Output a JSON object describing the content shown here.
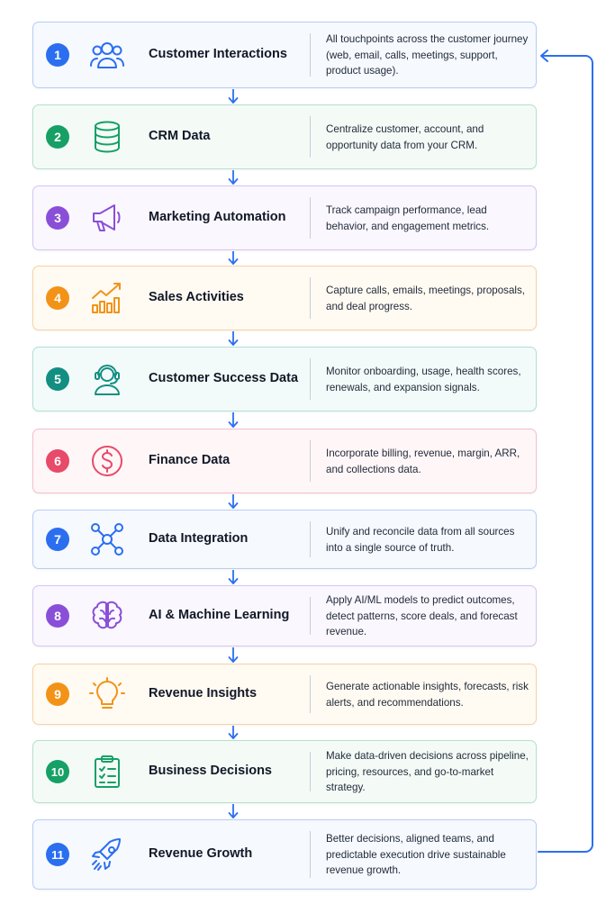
{
  "colors": {
    "blue": "#2b6ff0",
    "green": "#16a065",
    "purple": "#8a4fd8",
    "orange": "#f29318",
    "teal": "#138f82",
    "red": "#e84a6a",
    "arrow": "#2b6ff0"
  },
  "steps": [
    {
      "number": "1",
      "title": "Customer Interactions",
      "description": "All touchpoints across the customer journey (web, email, calls, meetings, support, product usage).",
      "icon": "people-icon",
      "color": "blue"
    },
    {
      "number": "2",
      "title": "CRM Data",
      "description": "Centralize customer, account, and opportunity data from your CRM.",
      "icon": "database-icon",
      "color": "green"
    },
    {
      "number": "3",
      "title": "Marketing Automation",
      "description": "Track campaign performance, lead behavior, and engagement metrics.",
      "icon": "megaphone-icon",
      "color": "purple"
    },
    {
      "number": "4",
      "title": "Sales Activities",
      "description": "Capture calls, emails, meetings, proposals, and deal progress.",
      "icon": "bar-chart-trend-icon",
      "color": "orange"
    },
    {
      "number": "5",
      "title": "Customer Success Data",
      "description": "Monitor onboarding, usage, health scores, renewals, and expansion signals.",
      "icon": "headset-agent-icon",
      "color": "teal"
    },
    {
      "number": "6",
      "title": "Finance Data",
      "description": "Incorporate billing, revenue, margin, ARR, and collections data.",
      "icon": "dollar-circle-icon",
      "color": "red"
    },
    {
      "number": "7",
      "title": "Data Integration",
      "description": "Unify and reconcile data from all sources into a single source of truth.",
      "icon": "network-nodes-icon",
      "color": "blue"
    },
    {
      "number": "8",
      "title": "AI & Machine Learning",
      "description": "Apply AI/ML models to predict outcomes, detect patterns, score deals, and forecast revenue.",
      "icon": "brain-icon",
      "color": "purple"
    },
    {
      "number": "9",
      "title": "Revenue Insights",
      "description": "Generate actionable insights, forecasts, risk alerts, and recommendations.",
      "icon": "lightbulb-icon",
      "color": "orange"
    },
    {
      "number": "10",
      "title": "Business Decisions",
      "description": "Make data-driven decisions across pipeline, pricing, resources, and go-to-market strategy.",
      "icon": "clipboard-checklist-icon",
      "color": "green"
    },
    {
      "number": "11",
      "title": "Revenue Growth",
      "description": "Better decisions, aligned teams, and predictable execution drive sustainable revenue growth.",
      "icon": "rocket-icon",
      "color": "blue"
    }
  ]
}
